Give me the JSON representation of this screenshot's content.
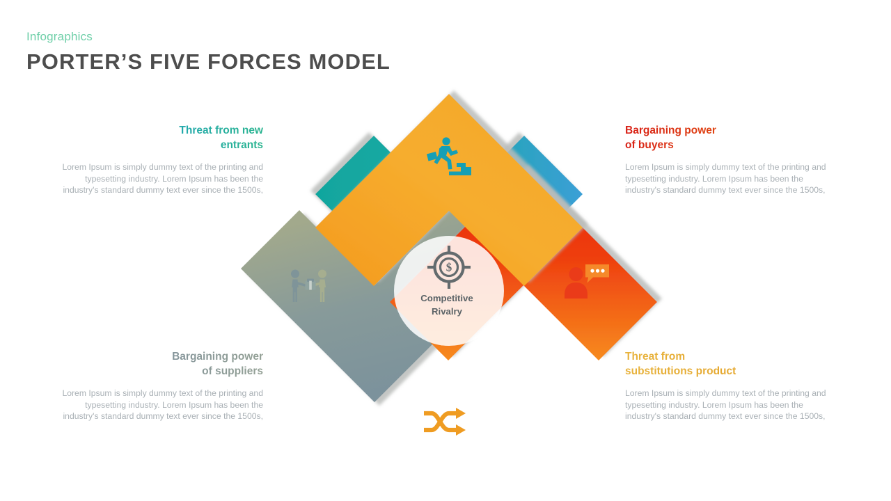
{
  "header": {
    "eyebrow": "Infographics",
    "title": "PORTER’S FIVE FORCES MODEL"
  },
  "center": {
    "label_line1": "Competitive",
    "label_line2": "Rivalry",
    "icon": "target-dollar-icon",
    "text_color": "#5b6367",
    "circle_fill": "rgba(255,255,255,0.86)"
  },
  "blocks": [
    {
      "id": "new-entrants",
      "title_line1": "Threat from new",
      "title_line2": "entrants",
      "body": "Lorem Ipsum is simply dummy text of the printing and typesetting industry. Lorem Ipsum has been the industry's standard dummy text ever since the 1500s,",
      "align": "right",
      "color_start": "#1b9ec4",
      "color_end": "#2bb58f",
      "icon": "person-climbing-stairs-icon"
    },
    {
      "id": "buyers",
      "title_line1": "Bargaining power",
      "title_line2": "of buyers",
      "body": "Lorem Ipsum is simply dummy text of the printing and typesetting industry. Lorem Ipsum has been the industry's standard dummy text ever since the 1500s,",
      "align": "left",
      "color_start": "#d81f16",
      "color_end": "#ef8a0c",
      "icon": "customer-speech-bubble-icon"
    },
    {
      "id": "suppliers",
      "title_line1": "Bargaining power",
      "title_line2": "of suppliers",
      "body": "Lorem Ipsum is simply dummy text of the printing and typesetting industry. Lorem Ipsum has been the industry's standard dummy text ever since the 1500s,",
      "align": "right",
      "color_start": "#8e9ea6",
      "color_end": "#93a094",
      "icon": "two-people-handover-box-icon"
    },
    {
      "id": "substitutions",
      "title_line1": "Threat from",
      "title_line2": "substitutions product",
      "body": "Lorem Ipsum is simply dummy text of the printing and typesetting industry. Lorem Ipsum has been the industry's standard dummy text ever since the 1500s,",
      "align": "left",
      "color_start": "#e8b33c",
      "color_end": "#dfa02a",
      "icon": "shuffle-arrows-icon"
    }
  ],
  "diagram": {
    "type": "four-chevron-x",
    "arms": [
      {
        "name": "top-arm",
        "points_toward": "center-from-top",
        "gradient": [
          "#14a3a0",
          "#3a9fd4"
        ]
      },
      {
        "name": "right-arm",
        "points_toward": "center-from-right",
        "gradient": [
          "#e82810",
          "#f58220"
        ]
      },
      {
        "name": "bottom-arm",
        "points_toward": "center-from-bottom",
        "gradient": [
          "#f6a623",
          "#f1b33d"
        ]
      },
      {
        "name": "left-arm",
        "points_toward": "center-from-left",
        "gradient": [
          "#7b929c",
          "#9aa68e"
        ]
      }
    ],
    "shadow_color": "#c9cbc9",
    "background": "#ffffff"
  }
}
